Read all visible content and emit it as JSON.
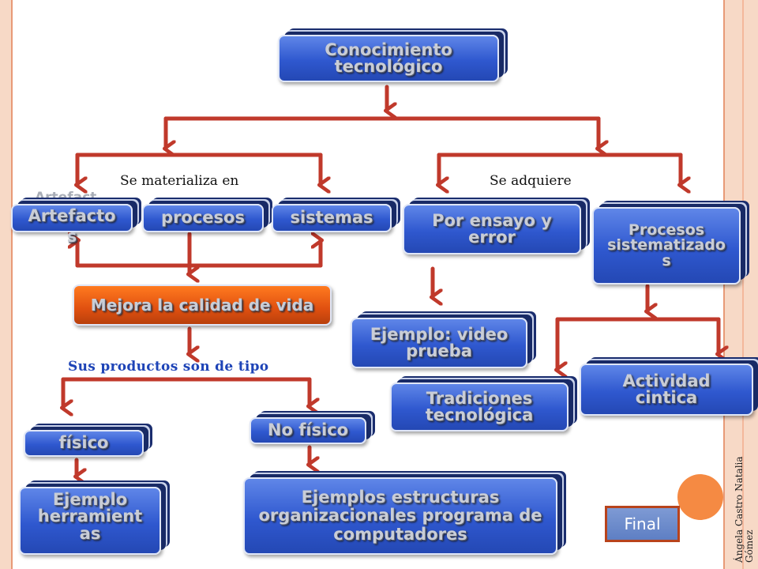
{
  "diagram": {
    "nodes": {
      "conocimiento": "Conocimiento tecnológico",
      "artefactos": "Artefacto s",
      "artefactos_ghost": "Artefact",
      "procesos": "procesos",
      "sistemas": "sistemas",
      "ensayo": "Por ensayo y error",
      "sistematizados": "Procesos sistematizado s",
      "mejora": "Mejora la calidad de vida",
      "ejemplo_video": "Ejemplo: video prueba",
      "tradiciones": "Tradiciones tecnológica",
      "actividad": "Actividad cintica",
      "fisico": "físico",
      "no_fisico": "No físico",
      "ejemplo_herramientas": "Ejemplo herramient as",
      "ejemplos_estructuras": "Ejemplos estructuras organizacionales programa de computadores"
    },
    "labels": {
      "materializa": "Se materializa en",
      "adquiere": "Se adquiere",
      "productos": "Sus productos son de tipo"
    }
  },
  "controls": {
    "final_label": "Final"
  },
  "footer": {
    "author_line1": "Ángela Castro Natalia",
    "author_line2": "Gómez"
  },
  "colors": {
    "connector": "#c0392b",
    "box_blue": "#2f58cf",
    "box_orange": "#e05010",
    "frame": "#f7d9c6",
    "label_blue": "#1e44b7"
  }
}
